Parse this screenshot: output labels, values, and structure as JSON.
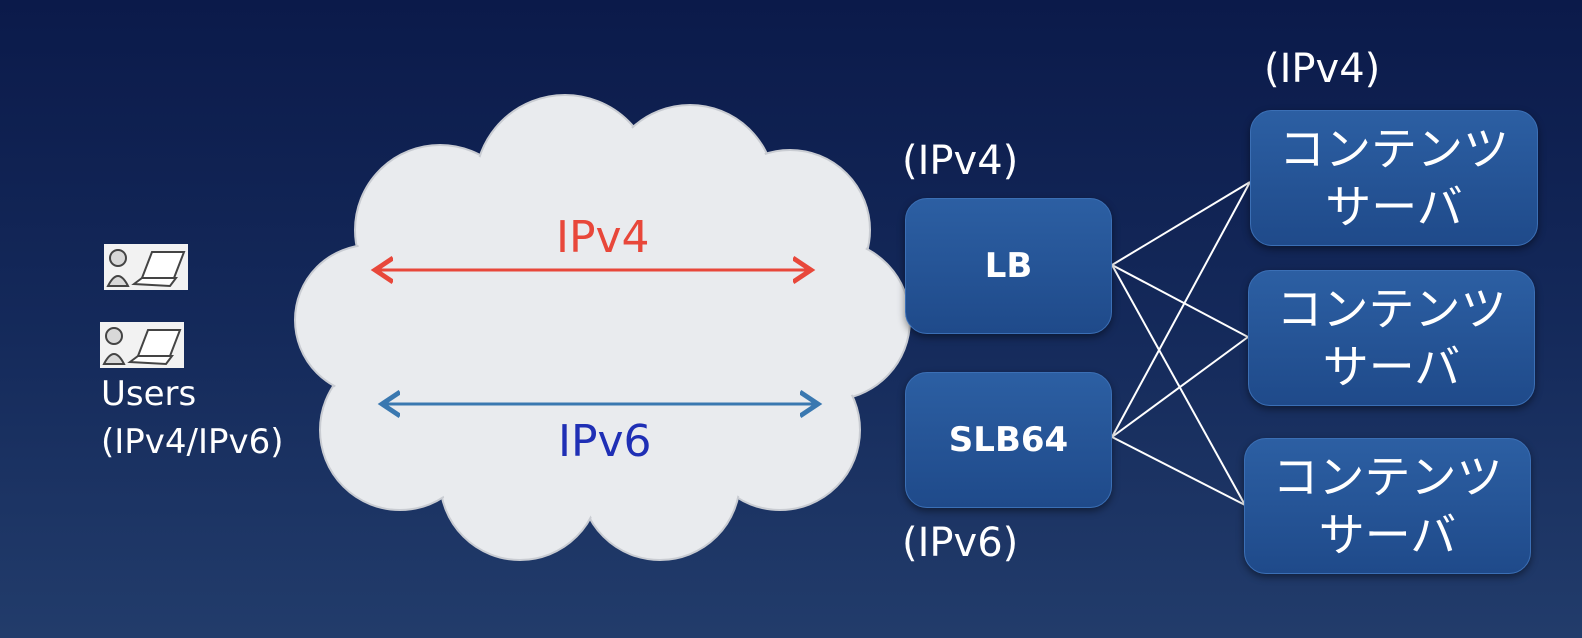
{
  "users": {
    "label": "Users",
    "sublabel": "(IPv4/IPv6)"
  },
  "cloud": {
    "ipv4_label": "IPv4",
    "ipv6_label": "IPv6",
    "ipv4_color": "#e8473a",
    "ipv6_color": "#3a78b0",
    "ipv6_text_color": "#1f2fb5",
    "fill": "#e9ebee"
  },
  "lb": {
    "label": "LB",
    "protocol": "(IPv4)"
  },
  "slb": {
    "label": "SLB64",
    "protocol": "(IPv6)"
  },
  "servers": {
    "protocol": "(IPv4)",
    "items": [
      {
        "label": "コンテンツ\nサーバ"
      },
      {
        "label": "コンテンツ\nサーバ"
      },
      {
        "label": "コンテンツ\nサーバ"
      }
    ]
  },
  "colors": {
    "box": "#2656a0",
    "background": "#0b1a4a",
    "line": "#ffffff"
  }
}
